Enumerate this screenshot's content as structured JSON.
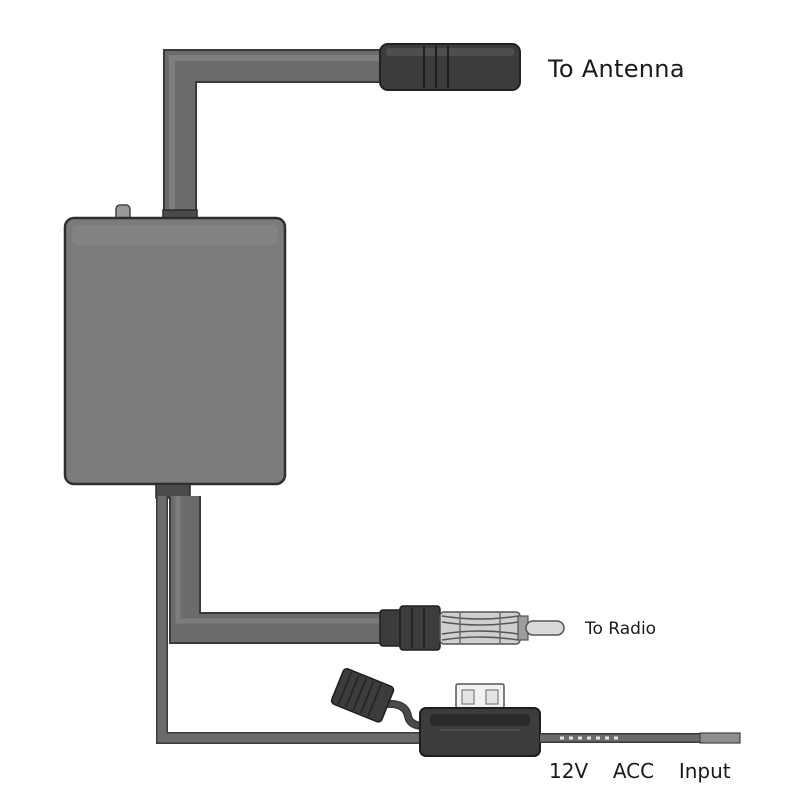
{
  "labels": {
    "to_antenna": "To Antenna",
    "to_radio": "To Radio",
    "power_input": "12V  ACC  Input"
  },
  "colors": {
    "background": "#ffffff",
    "cable": "#6b6b6b",
    "cable_dark": "#3a3a3a",
    "box": "#7b7b7b",
    "box_outline": "#2e2e2e",
    "connector": "#3c3c3c",
    "metal": "#c8c8c8"
  }
}
